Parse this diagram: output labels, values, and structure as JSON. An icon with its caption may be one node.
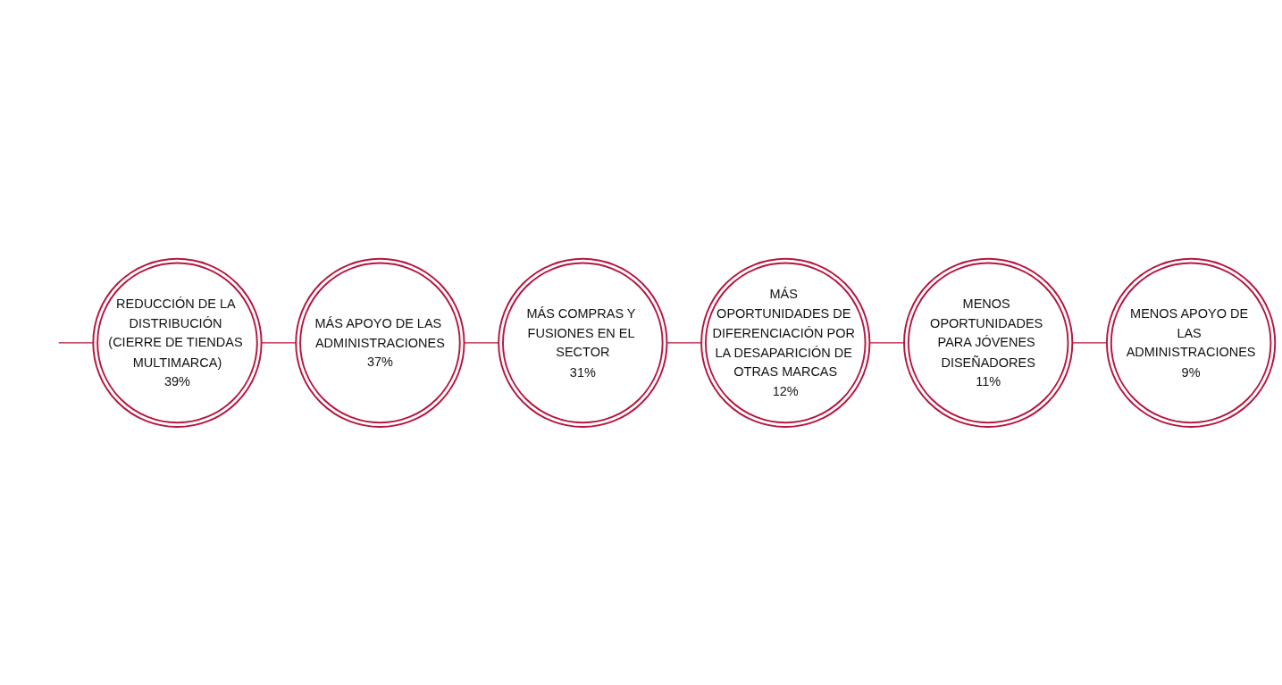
{
  "diagram": {
    "nodes": [
      {
        "text": [
          "REDUCCIÓN DE LA DISTRIBUCIÓN (CIERRE DE TIENDAS MULTIMARCA)",
          "39%"
        ]
      },
      {
        "text": [
          "MÁS APOYO DE LAS ADMINISTRACIONES",
          "37%"
        ]
      },
      {
        "text": [
          "MÁS COMPRAS Y FUSIONES EN EL SECTOR",
          "31%"
        ]
      },
      {
        "text": [
          "MENOS OPORTUNIDADES PARA JÓVENES DISEÑADORES",
          "11%"
        ]
      },
      {
        "text": [
          "MÁS OPORTUNIDADES DE DIFERENCIACIÓN POR LA DESAPARICIÓN DE OTRAS MARCAS",
          "12%"
        ]
      },
      {
        "text": [
          "MENOS APOYO DE LAS ADMINISTRACIONES",
          "9%"
        ]
      }
    ],
    "edges": [
      {
        "from": null,
        "to": 0,
        "arrow": "none"
      },
      {
        "from": 0,
        "to": 1,
        "arrow": "none"
      },
      {
        "from": 1,
        "to": 2,
        "arrow": "none"
      },
      {
        "from": 2,
        "to": 4,
        "arrow": "none"
      },
      {
        "from": 4,
        "to": 3,
        "arrow": "none"
      },
      {
        "from": 3,
        "to": 5,
        "arrow": "none"
      }
    ]
  }
}
